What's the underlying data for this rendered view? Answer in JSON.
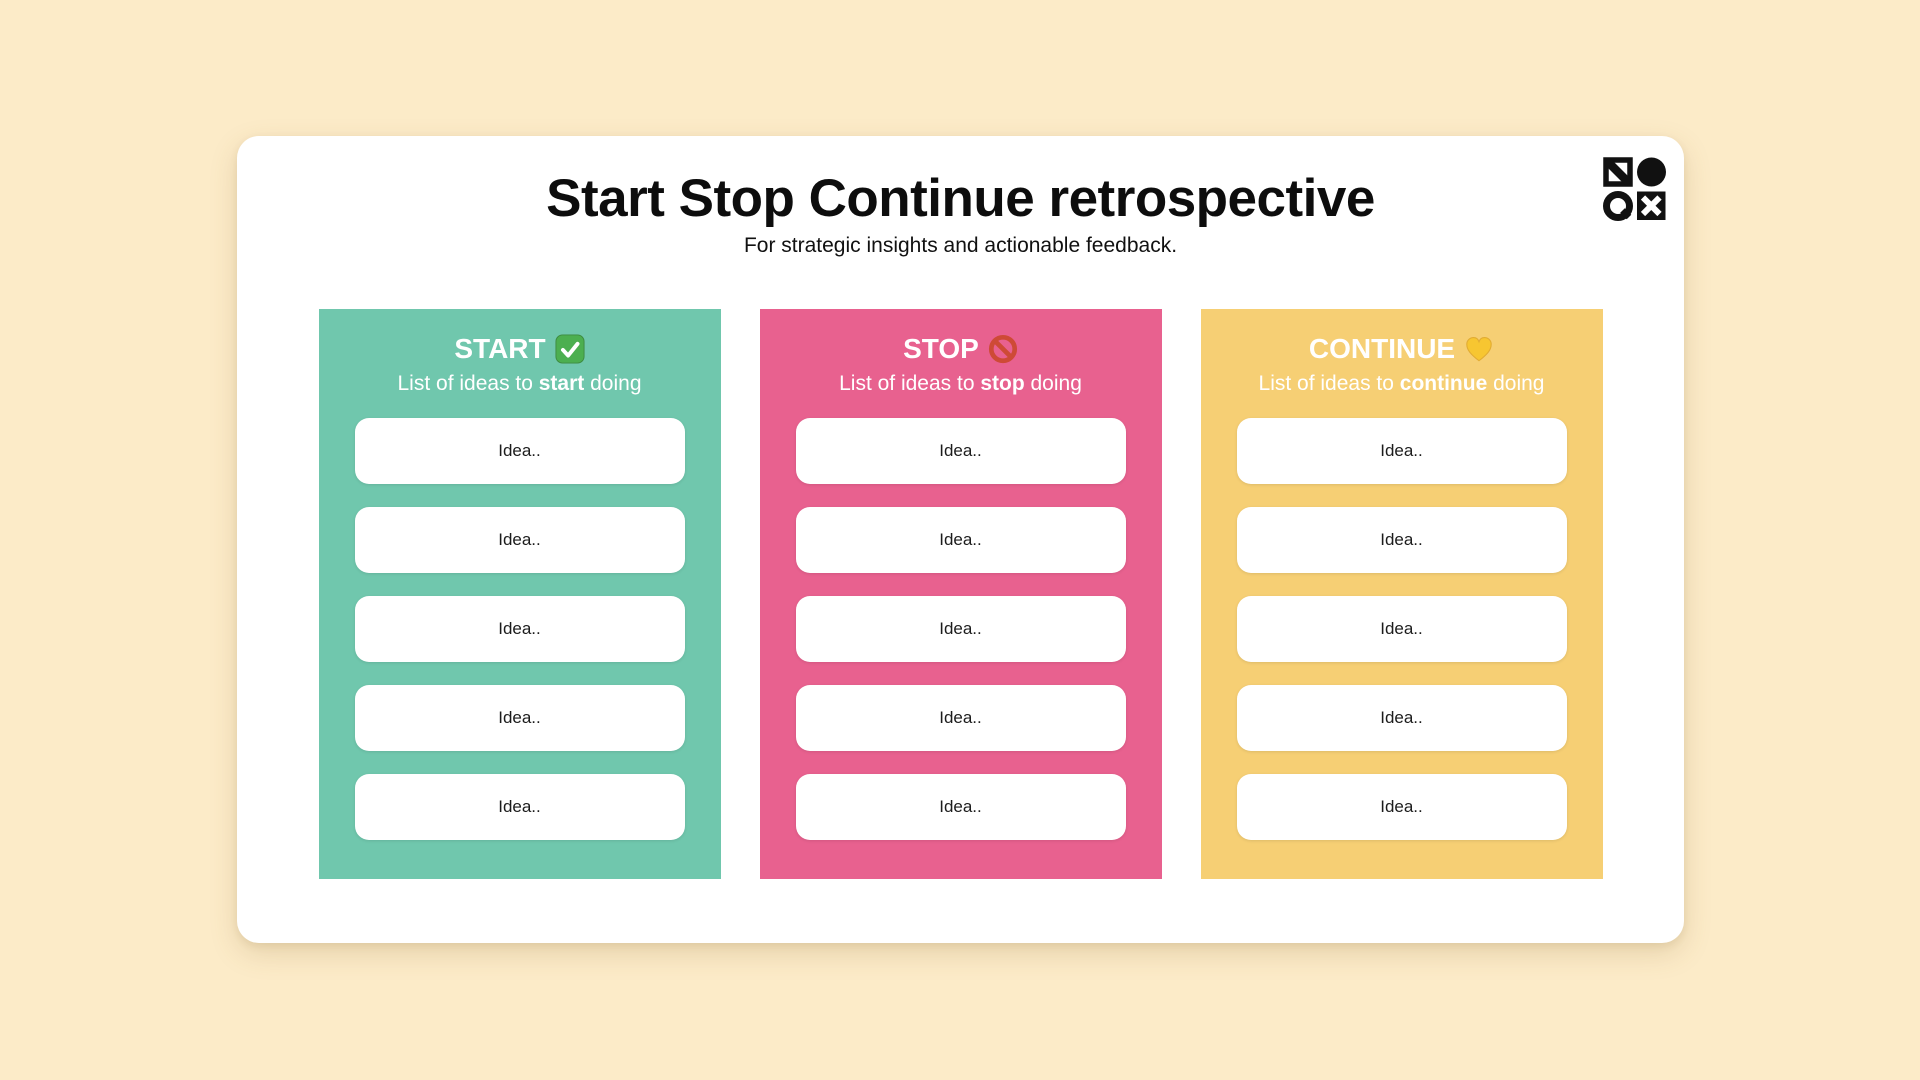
{
  "page": {
    "background_color": "#FCEBC8",
    "board_color": "#FFFFFF",
    "title": "Start Stop Continue retrospective",
    "subtitle": "For strategic insights and actionable feedback.",
    "logo": {
      "name": "geometric-shapes-logo",
      "color": "#111111",
      "shapes": [
        "diagonal-stripe-square",
        "filled-circle",
        "q-ring",
        "x-in-square"
      ]
    }
  },
  "columns": [
    {
      "title": "START",
      "icon": {
        "name": "check-mark-button-emoji",
        "char": "✅",
        "color": "#4CAF50"
      },
      "color": "#70C7AD",
      "subtitle_prefix": "List of ideas to ",
      "subtitle_bold": "start",
      "subtitle_suffix": " doing",
      "cards": [
        "Idea..",
        "Idea..",
        "Idea..",
        "Idea..",
        "Idea.."
      ]
    },
    {
      "title": "STOP",
      "icon": {
        "name": "prohibited-emoji",
        "char": "🚫",
        "color": "#CE4A36"
      },
      "color": "#E8618F",
      "subtitle_prefix": "List of ideas to ",
      "subtitle_bold": "stop",
      "subtitle_suffix": " doing",
      "cards": [
        "Idea..",
        "Idea..",
        "Idea..",
        "Idea..",
        "Idea.."
      ]
    },
    {
      "title": "CONTINUE",
      "icon": {
        "name": "yellow-heart-emoji",
        "char": "💛",
        "color": "#F7C631"
      },
      "color": "#F6CF74",
      "subtitle_prefix": "List of ideas to ",
      "subtitle_bold": "continue",
      "subtitle_suffix": " doing",
      "cards": [
        "Idea..",
        "Idea..",
        "Idea..",
        "Idea..",
        "Idea.."
      ]
    }
  ]
}
